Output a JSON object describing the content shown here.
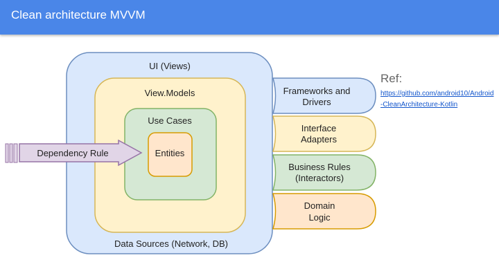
{
  "slide": {
    "title": "Clean architecture MVVM",
    "ref_label": "Ref:",
    "ref_url": "https://github.com/android10/Android-CleanArchitecture-Kotlin"
  },
  "diagram": {
    "rings": {
      "ui_views": "UI (Views)",
      "view_models": "View.Models",
      "use_cases": "Use Cases",
      "entities": "Entities",
      "data_sources": "Data Sources (Network, DB)"
    },
    "arrow_label": "Dependency Rule",
    "layers": [
      {
        "line1": "Frameworks and",
        "line2": "Drivers"
      },
      {
        "line1": "Interface",
        "line2": "Adapters"
      },
      {
        "line1": "Business Rules",
        "line2": "(Interactors)"
      },
      {
        "line1": "Domain",
        "line2": "Logic"
      }
    ]
  },
  "colors": {
    "title_bar": "#4a86e8",
    "blue_fill": "#dae8fc",
    "blue_stroke": "#6c8ebf",
    "yellow_fill": "#fff2cc",
    "yellow_stroke": "#d6b656",
    "green_fill": "#d5e8d4",
    "green_stroke": "#82b366",
    "orange_fill": "#ffe6cc",
    "orange_stroke": "#d79b00",
    "purple_fill": "#e1d5e7",
    "purple_stroke": "#9673a6",
    "link": "#1155cc"
  }
}
